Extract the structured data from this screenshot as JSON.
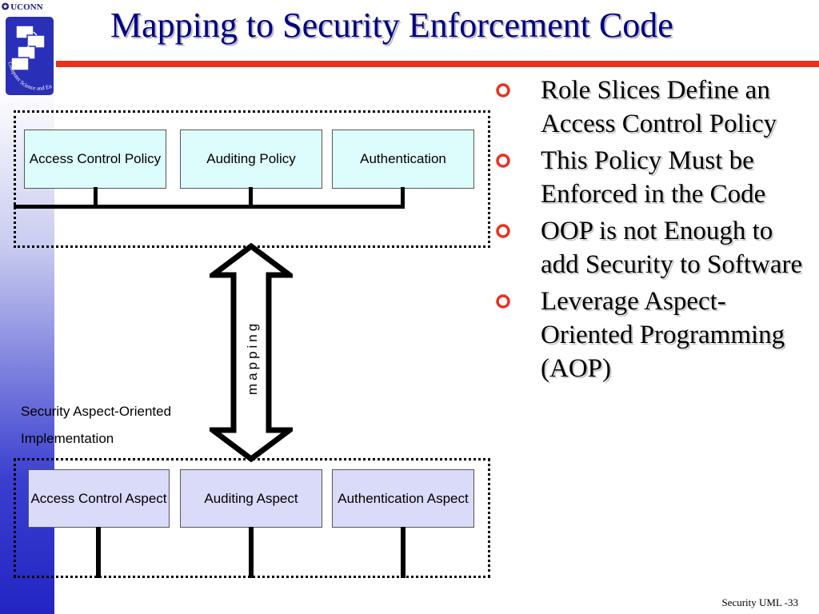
{
  "header": {
    "org": "UCONN",
    "title": "Mapping to Security Enforcement Code",
    "logo_caption": "Computer Science and Engineering"
  },
  "diagram": {
    "top_boxes": [
      {
        "label": "Access Control Policy"
      },
      {
        "label": "Auditing Policy"
      },
      {
        "label": "Authentication"
      }
    ],
    "bottom_boxes": [
      {
        "label": "Access Control Aspect"
      },
      {
        "label": "Auditing Aspect"
      },
      {
        "label": "Authentication Aspect"
      }
    ],
    "arrow_label": "mapping",
    "side_label_line1": "Security Aspect-Oriented",
    "side_label_line2": "Implementation"
  },
  "bullets": [
    "Role Slices Define an Access Control Policy",
    "This Policy Must be Enforced in the Code",
    "OOP is not Enough to add Security to Software",
    "Leverage Aspect-Oriented Programming (AOP)"
  ],
  "footer": "Security UML -33",
  "colors": {
    "title": "#000080",
    "accent_line": "#e8321e",
    "bullet_marker": "#e8321e",
    "top_box_fill": "#ddfdfc",
    "bottom_box_fill": "#dadaf9"
  }
}
